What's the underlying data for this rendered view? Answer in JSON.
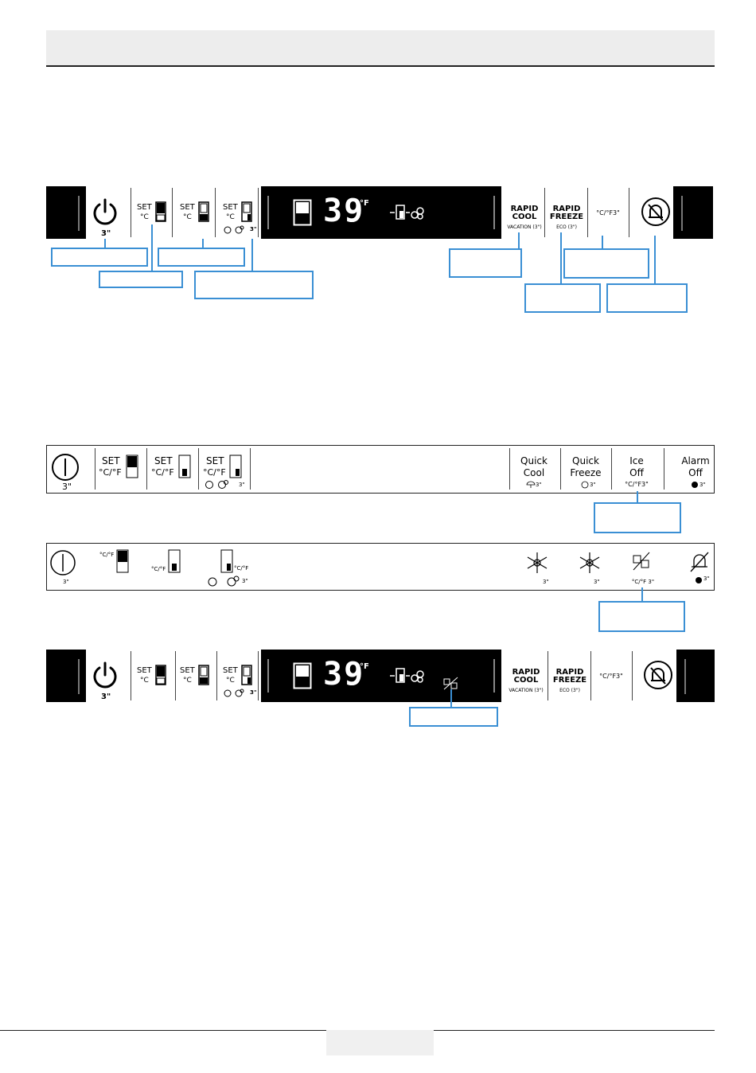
{
  "panel1": {
    "power_sec": "3\"",
    "set_label": "SET",
    "celsius": "°C",
    "seg_temp": "39",
    "fahrenheit": "°F",
    "combo_sec": "3\"",
    "rapid_cool_line1": "RAPID",
    "rapid_cool_line2": "COOL",
    "rapid_cool_sub": "VACATION (3\")",
    "rapid_freeze_line1": "RAPID",
    "rapid_freeze_line2": "FREEZE",
    "rapid_freeze_sub": "ECO (3\")",
    "unit_toggle": "°C/°F3\""
  },
  "panel2": {
    "power_sec": "3\"",
    "set_label": "SET",
    "unit": "°C/°F",
    "combo_sec": "3\"",
    "quick_cool_1": "Quick",
    "quick_cool_2": "Cool",
    "quick_cool_sub": "3\"",
    "quick_freeze_1": "Quick",
    "quick_freeze_2": "Freeze",
    "quick_freeze_sub": "3\"",
    "ice_off_1": "Ice",
    "ice_off_2": "Off",
    "ice_off_sub": "°C/°F3\"",
    "alarm_off_1": "Alarm",
    "alarm_off_2": "Off",
    "alarm_off_sub": "3\""
  },
  "panel3": {
    "power_sec": "3\"",
    "unit": "°C/°F",
    "combo_sec": "3\"",
    "snow1_sub": "3\"",
    "snow2_sub": "3\"",
    "ice_sub": "°C/°F 3\"",
    "alarm_sub": "3\""
  },
  "panel4": {
    "power_sec": "3\"",
    "set_label": "SET",
    "celsius": "°C",
    "seg_temp": "39",
    "fahrenheit": "°F",
    "combo_sec": "3\"",
    "rapid_cool_line1": "RAPID",
    "rapid_cool_line2": "COOL",
    "rapid_cool_sub": "VACATION (3\")",
    "rapid_freeze_line1": "RAPID",
    "rapid_freeze_line2": "FREEZE",
    "rapid_freeze_sub": "ECO (3\")",
    "unit_toggle": "°C/°F3\""
  },
  "colors": {
    "callout_border": "#3a8fd4",
    "panel_black": "#000000",
    "header_gray": "#ededed"
  },
  "icons": [
    "power-icon",
    "fridge-icon",
    "freezer-icon",
    "ice-maker-icon",
    "alarm-bell-icon",
    "snowflake-icon",
    "ice-off-icon",
    "umbrella-icon"
  ]
}
